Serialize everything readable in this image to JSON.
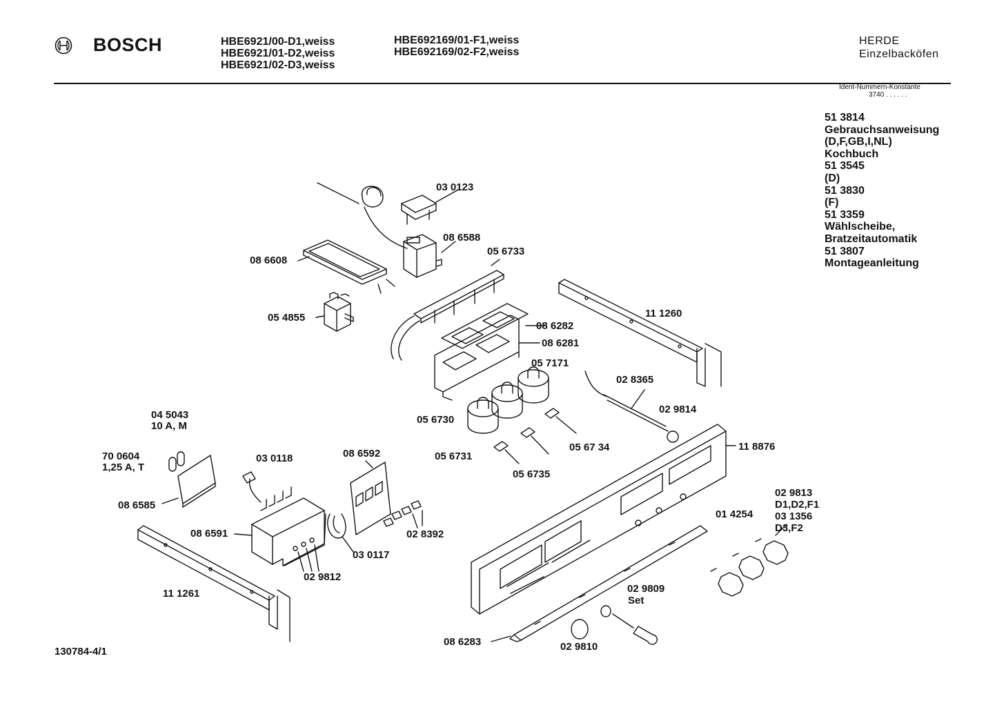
{
  "header": {
    "brand": "BOSCH",
    "models_col1": [
      "HBE6921/00-D1,weiss",
      "HBE6921/01-D2,weiss",
      "HBE6921/02-D3,weiss"
    ],
    "models_col2": [
      "HBE692169/01-F1,weiss",
      "HBE692169/02-F2,weiss"
    ],
    "category": [
      "HERDE",
      "Einzelbacköfen"
    ],
    "ident_label": "Ident-Nummern-Konstante",
    "ident_value": "3740  . .  . . . ."
  },
  "documents": [
    "51 3814",
    "Gebrauchsanweisung",
    "(D,F,GB,I,NL)",
    "Kochbuch",
    "51 3545",
    "(D)",
    "51 3830",
    "(F)",
    "51 3359",
    "Wählscheibe,",
    "Bratzeitautomatik",
    "51 3807",
    "Montageanleitung"
  ],
  "parts": {
    "p030123": "03 0123",
    "p086588": "08 6588",
    "p086608": "08 6608",
    "p056733": "05 6733",
    "p054855": "05 4855",
    "p111260": "11 1260",
    "p086282": "08 6282",
    "p086281": "08 6281",
    "p057171": "05 7171",
    "p028365": "02 8365",
    "p029814": "02 9814",
    "p056730": "05 6730",
    "p056731": "05 6731",
    "p056734": "05 67 34",
    "p056735": "05 6735",
    "p118876": "11 8876",
    "p045043": "04 5043",
    "p045043b": "10 A, M",
    "p700604": "70 0604",
    "p700604b": "1,25 A, T",
    "p030118": "03 0118",
    "p086592": "08 6592",
    "p086585": "08 6585",
    "p086591": "08 6591",
    "p028392": "02 8392",
    "p030117": "03 0117",
    "p029812": "02 9812",
    "p029813": "02 9813",
    "p029813b": "D1,D2,F1",
    "p031356": "03 1356",
    "p031356b": "D3,F2",
    "p014254": "01 4254",
    "p111261": "11 1261",
    "p029809": "02 9809",
    "p029809b": "Set",
    "p086283": "08 6283",
    "p029810": "02 9810"
  },
  "footer": {
    "drawing_number": "130784-4/1"
  }
}
